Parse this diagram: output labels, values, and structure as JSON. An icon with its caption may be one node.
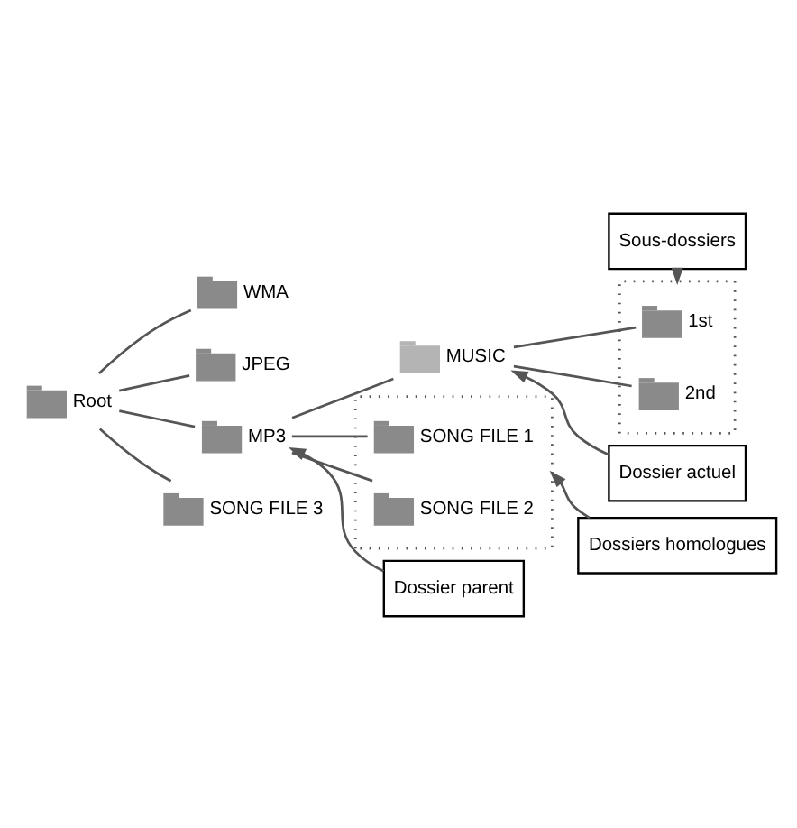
{
  "diagram": {
    "nodes": [
      {
        "text": [
          "Root"
        ]
      },
      {
        "text": [
          "WMA"
        ]
      },
      {
        "text": [
          "JPEG"
        ]
      },
      {
        "text": [
          "MP3"
        ]
      },
      {
        "text": [
          "Dossier parent"
        ]
      },
      {
        "text": [
          "MUSIC"
        ]
      },
      {
        "text": [
          "Dossier actuel"
        ]
      },
      {
        "text": [],
        "shape": "box"
      },
      {
        "text": [
          "1st"
        ],
        "in": 7
      },
      {
        "text": [
          "2nd"
        ],
        "in": 7
      },
      {
        "text": [
          "Sous-dossiers"
        ]
      },
      {
        "text": [],
        "shape": "box"
      },
      {
        "text": [
          "SONG FILE 1"
        ],
        "in": 11
      },
      {
        "text": [
          "SONG FILE 2"
        ],
        "in": 11
      },
      {
        "text": [
          "Dossiers homologues"
        ]
      },
      {
        "text": [
          "SONG FILE 3"
        ]
      }
    ],
    "edges": [
      {
        "from": 0,
        "to": 1,
        "arrow": "none"
      },
      {
        "from": 0,
        "to": 2,
        "arrow": "none"
      },
      {
        "from": 0,
        "to": 3,
        "arrow": "none"
      },
      {
        "from": 3,
        "to": 5,
        "arrow": "none"
      },
      {
        "from": 5,
        "to": 8,
        "arrow": "none"
      },
      {
        "from": 5,
        "to": 9,
        "arrow": "none"
      },
      {
        "from": 3,
        "to": 12,
        "arrow": "none"
      },
      {
        "from": 3,
        "to": 13,
        "arrow": "none"
      },
      {
        "from": 0,
        "to": 15,
        "arrow": "none"
      },
      {
        "from": 4,
        "to": 3,
        "arrow": "to"
      },
      {
        "from": 6,
        "to": 5,
        "arrow": "to"
      },
      {
        "from": 10,
        "to": 7,
        "arrow": "to"
      },
      {
        "from": 14,
        "to": 11,
        "arrow": "to"
      }
    ]
  }
}
